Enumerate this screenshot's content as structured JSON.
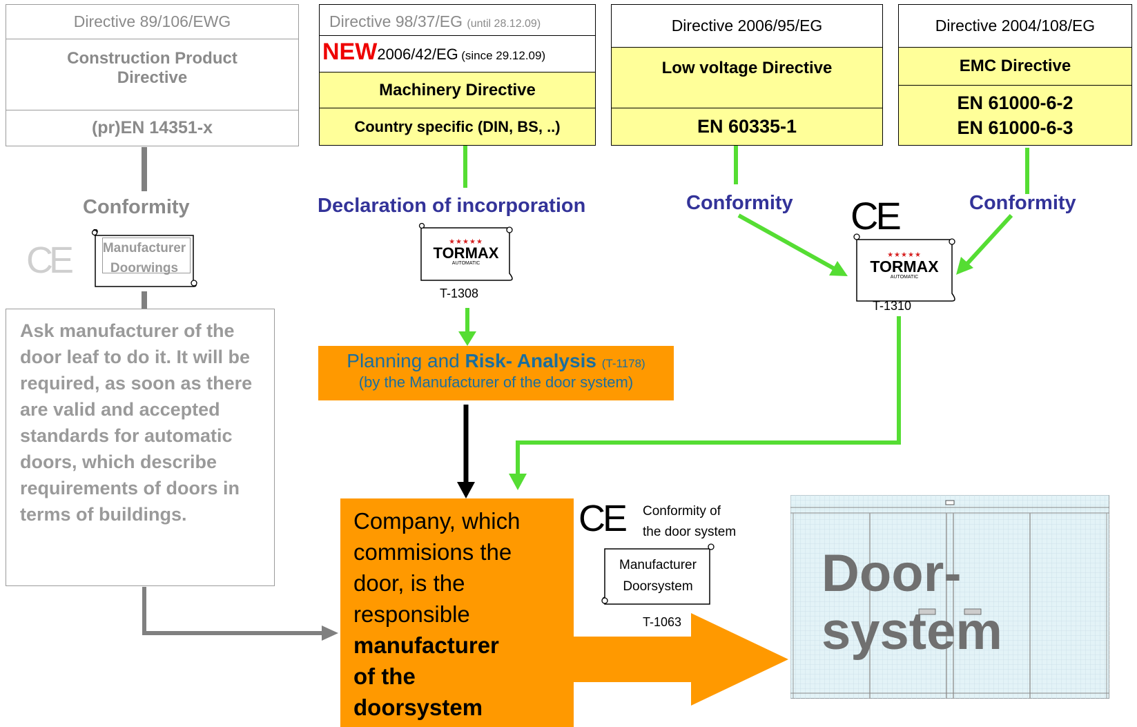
{
  "colors": {
    "green_arrow": "#55dd33",
    "gray_arrow": "#808080",
    "black_arrow": "#000000",
    "orange": "#ff9900",
    "yellow": "#ffff99",
    "navy": "#333399",
    "red_new": "#ee0000",
    "teal_text": "#1a6e9e",
    "gray_text": "#9a9a9a"
  },
  "col1": {
    "directive": "Directive 89/106/EWG",
    "name_line1": "Construction Product",
    "name_line2": "Directive",
    "standard": "(pr)EN 14351-x",
    "conformity": "Conformity",
    "scroll_line1": "Manufacturer",
    "scroll_line2": "Doorwings",
    "ask_text": "Ask manufacturer of the door leaf to do it. It will be required, as soon as there are valid and accepted standards for automatic doors, which describe requirements of doors in terms of buildings."
  },
  "col2": {
    "directive": "Directive 98/37/EG",
    "until": "(until 28.12.09)",
    "new_label": "NEW",
    "new_directive": "2006/42/EG",
    "since": "(since 29.12.09)",
    "name": "Machinery Directive",
    "standard": "Country specific (DIN, BS, ..)",
    "declaration": "Declaration of incorporation",
    "doc_code": "T-1308"
  },
  "col3": {
    "directive": "Directive 2006/95/EG",
    "name": "Low voltage Directive",
    "standard": "EN 60335-1",
    "conformity": "Conformity"
  },
  "col4": {
    "directive": "Directive 2004/108/EG",
    "name": "EMC Directive",
    "standard_line1": "EN 61000-6-2",
    "standard_line2": "EN 61000-6-3",
    "conformity": "Conformity",
    "doc_code": "T-1310"
  },
  "ce_mark": "CE",
  "tormax": {
    "stars": "★★★★★",
    "brand": "TORMAX",
    "sub": "AUTOMATIC"
  },
  "planning": {
    "prefix": "Planning and ",
    "bold": "Risk- Analysis",
    "code": "(T-1178)",
    "line2": "(by the Manufacturer of the door system)"
  },
  "company": {
    "line1": "Company, which",
    "line2": "commisions the",
    "line3": "door, is the",
    "line4": "responsible",
    "bold1": "manufacturer",
    "bold2": "of the",
    "bold3": "doorsystem"
  },
  "doorsystem_conformity": {
    "line1": "Conformity of",
    "line2": "the door system",
    "scroll_line1": "Manufacturer",
    "scroll_line2": "Doorsystem",
    "doc_code": "T-1063"
  },
  "door_label": {
    "line1": "Door-",
    "line2": "system"
  }
}
